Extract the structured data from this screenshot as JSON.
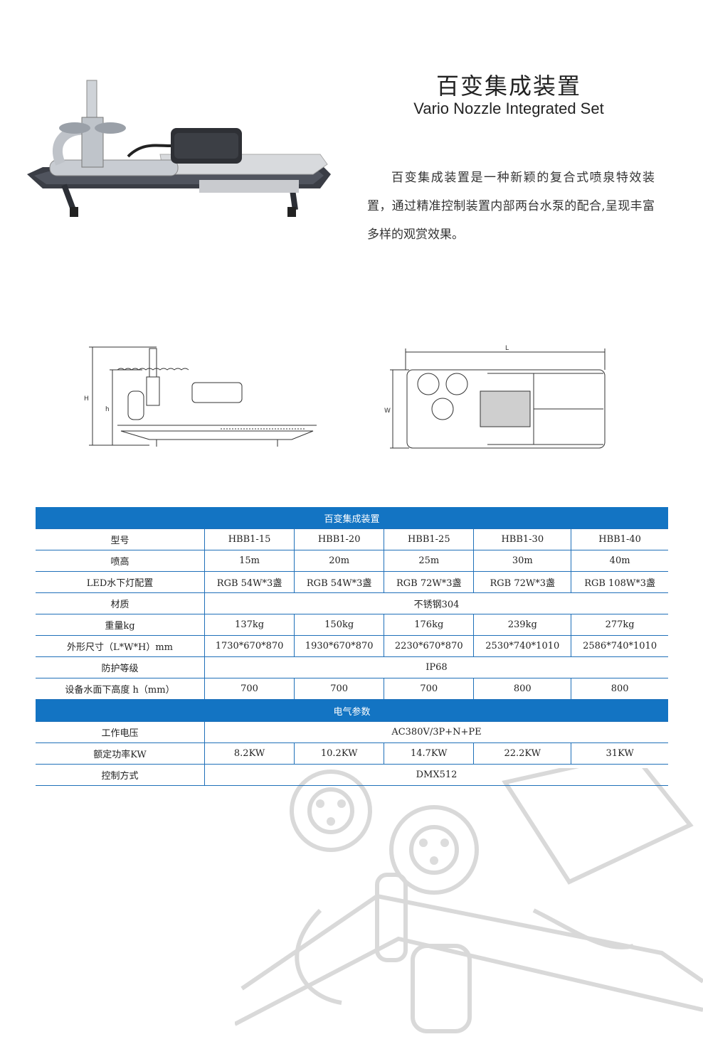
{
  "header": {
    "title_cn": "百变集成装置",
    "title_en": "Vario Nozzle Integrated Set",
    "description": "百变集成装置是一种新颖的复合式喷泉特效装置，通过精准控制装置内部两台水泵的配合,呈现丰富多样的观赏效果。"
  },
  "drawings": {
    "side_labels": {
      "H": "H",
      "h": "h"
    },
    "top_labels": {
      "L": "L",
      "W": "W"
    }
  },
  "table": {
    "section1_title": "百变集成装置",
    "section2_title": "电气参数",
    "rows1": [
      {
        "label": "型号",
        "cells": [
          "HBB1-15",
          "HBB1-20",
          "HBB1-25",
          "HBB1-30",
          "HBB1-40"
        ]
      },
      {
        "label": "喷高",
        "cells": [
          "15m",
          "20m",
          "25m",
          "30m",
          "40m"
        ]
      },
      {
        "label": "LED水下灯配置",
        "cells": [
          "RGB 54W*3盏",
          "RGB 54W*3盏",
          "RGB 72W*3盏",
          "RGB 72W*3盏",
          "RGB 108W*3盏"
        ]
      },
      {
        "label": "材质",
        "merged": "不锈钢304"
      },
      {
        "label": "重量kg",
        "cells": [
          "137kg",
          "150kg",
          "176kg",
          "239kg",
          "277kg"
        ]
      },
      {
        "label": "外形尺寸（L*W*H）mm",
        "cells": [
          "1730*670*870",
          "1930*670*870",
          "2230*670*870",
          "2530*740*1010",
          "2586*740*1010"
        ]
      },
      {
        "label": "防护等级",
        "merged": "IP68"
      },
      {
        "label": "设备水面下高度 h（mm）",
        "cells": [
          "700",
          "700",
          "700",
          "800",
          "800"
        ]
      }
    ],
    "rows2": [
      {
        "label": "工作电压",
        "merged": "AC380V/3P+N+PE"
      },
      {
        "label": "额定功率KW",
        "cells": [
          "8.2KW",
          "10.2KW",
          "14.7KW",
          "22.2KW",
          "31KW"
        ]
      },
      {
        "label": "控制方式",
        "merged": "DMX512"
      }
    ]
  },
  "colors": {
    "accent": "#1374c3",
    "line": "#1f70b9"
  }
}
